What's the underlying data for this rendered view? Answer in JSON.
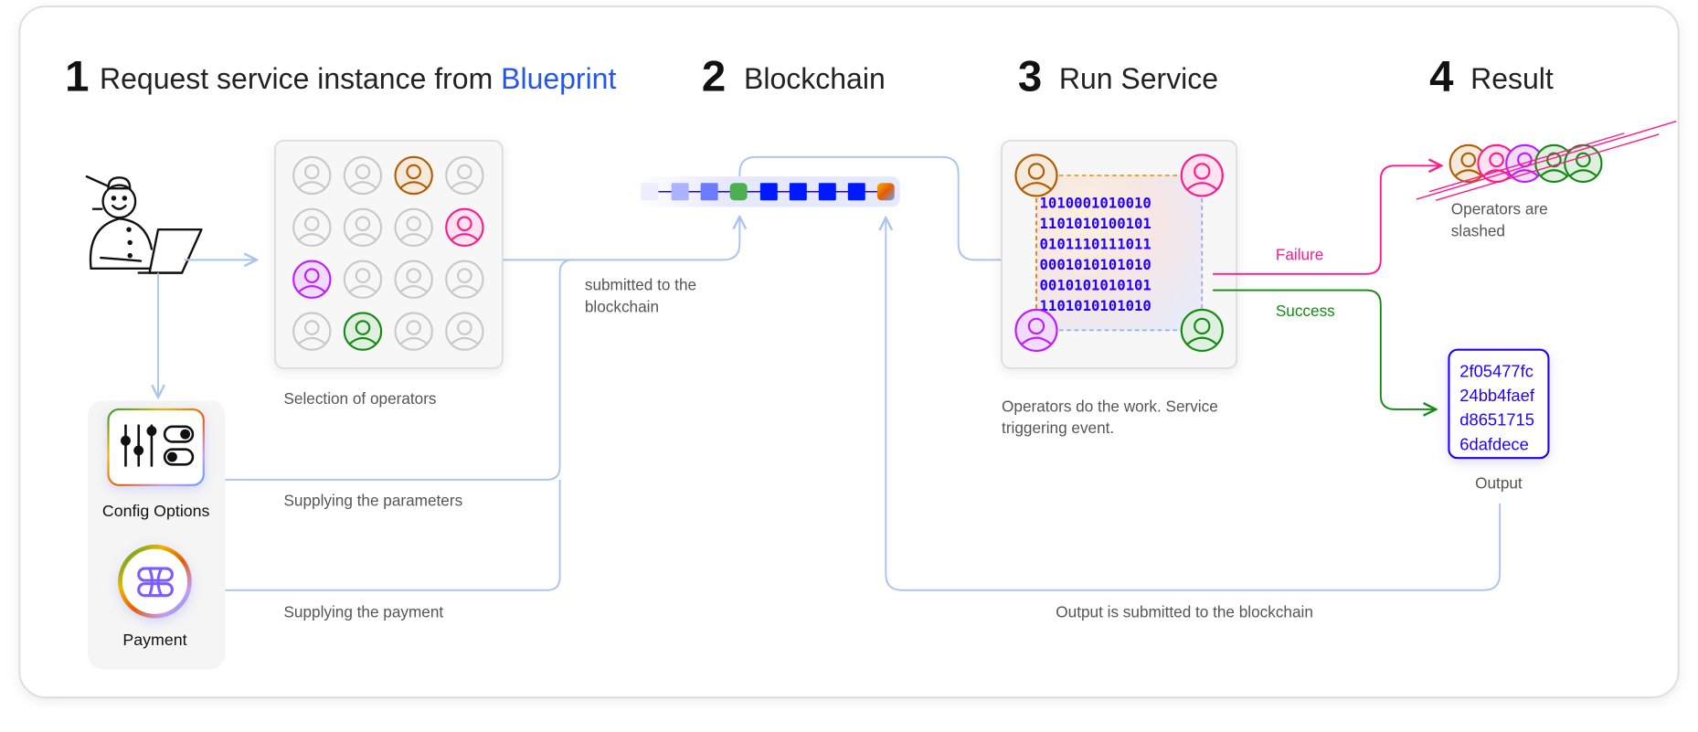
{
  "colors": {
    "accent_blue": "#2457e6",
    "flow_line": "#a9c4ee",
    "failure": "#ff1a8c",
    "success": "#138a13",
    "binary_text": "#2200ff",
    "operator_palette": {
      "gray": "#c8c8c8",
      "brown": "#b35c00",
      "pink": "#ff1a8c",
      "purple": "#c21aff",
      "green": "#138a13"
    }
  },
  "steps": [
    {
      "number": "1",
      "title": "Request service instance from ",
      "highlight": "Blueprint"
    },
    {
      "number": "2",
      "title": "Blockchain"
    },
    {
      "number": "3",
      "title": "Run Service"
    },
    {
      "number": "4",
      "title": "Result"
    }
  ],
  "operator_grid": {
    "caption": "Selection of operators",
    "cells": [
      "gray",
      "gray",
      "brown",
      "gray",
      "gray",
      "gray",
      "gray",
      "pink",
      "purple",
      "gray",
      "gray",
      "gray",
      "gray",
      "green",
      "gray",
      "gray"
    ]
  },
  "inputs": {
    "config_label": "Config Options",
    "payment_label": "Payment",
    "params_caption": "Supplying the parameters",
    "payment_caption": "Supplying the payment"
  },
  "blockchain": {
    "submitted_line1": "submitted to the",
    "submitted_line2": "blockchain",
    "blocks": [
      "faded",
      "light",
      "medium",
      "green",
      "blue",
      "blue",
      "blue",
      "blue",
      "gradient"
    ]
  },
  "run_service": {
    "binary": [
      "1010001010010",
      "1101010100101",
      "0101110111011",
      "0001010101010",
      "0010101010101",
      "1101010101010"
    ],
    "caption_line1": "Operators do the work. Service",
    "caption_line2": "triggering event.",
    "operators": [
      "brown",
      "pink",
      "purple",
      "green"
    ]
  },
  "result": {
    "failure_label": "Failure",
    "success_label": "Success",
    "slashed_line1": "Operators are",
    "slashed_line2": "slashed",
    "slashed_operators": [
      "brown",
      "pink",
      "purple",
      "green",
      "green"
    ],
    "output_hash": [
      "2f05477fc",
      "24bb4faef",
      "d8651715",
      "6dafdece"
    ],
    "output_label": "Output",
    "output_submitted": "Output is submitted to the blockchain"
  }
}
